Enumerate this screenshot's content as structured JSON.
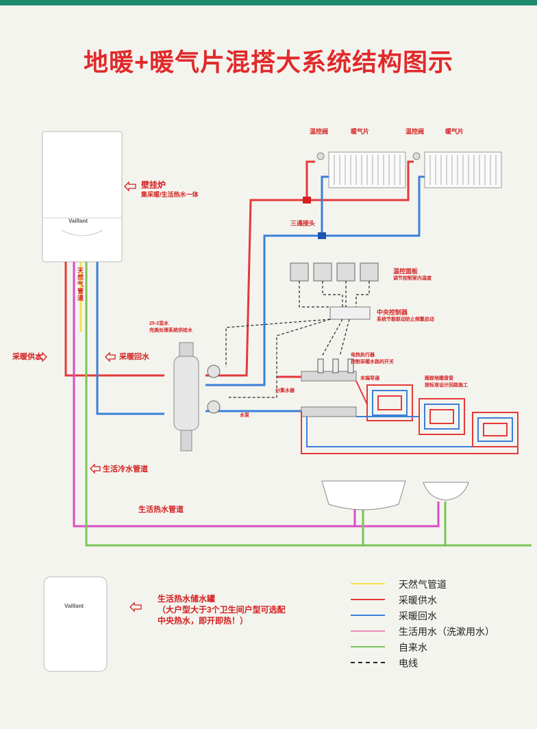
{
  "title": "地暖+暖气片混搭大系统结构图示",
  "labels": {
    "valve1": "温控阀",
    "radiator1": "暖气片",
    "valve2": "温控阀",
    "radiator2": "暖气片",
    "tee": "三通接头",
    "boiler": "壁挂炉",
    "boiler_desc": "集采暖/生活热水一体",
    "gas_pipe": "天然气管道",
    "brand": "Vaillant",
    "thermostat": "温控面板",
    "thermostat_desc": "调节控制室内温度",
    "central_ctrl": "中央控制器",
    "central_ctrl_desc": "系统节能联动防止频繁启动",
    "separator": "25-2混水",
    "separator_desc": "完美处理系统供给水",
    "heat_supply": "采暖供水",
    "heat_return": "采暖回水",
    "actuator": "电热执行器",
    "actuator_desc": "控制采暖水路的开关",
    "end_seal": "末端导通",
    "manifold": "分集水器",
    "floor_heat": "跟踪地暖盘管",
    "floor_heat_desc": "按标准设计回路施工",
    "pump": "水泵",
    "cold_water_pipe": "生活冷水管道",
    "hot_water_pipe": "生活热水管道",
    "tank_title": "生活热水储水罐",
    "tank_desc1": "（大户型大于3个卫生间户型可选配",
    "tank_desc2": "中央热水，即开即热！）"
  },
  "legend": [
    {
      "label": "天然气管道",
      "color": "#f2e24a",
      "dashed": false
    },
    {
      "label": "采暖供水",
      "color": "#e53838",
      "dashed": false
    },
    {
      "label": "采暖回水",
      "color": "#3a7fd8",
      "dashed": false
    },
    {
      "label": "生活用水（洗漱用水）",
      "color": "#e88ab8",
      "dashed": false
    },
    {
      "label": "自来水",
      "color": "#7ac454",
      "dashed": false
    },
    {
      "label": "电线",
      "color": "#222222",
      "dashed": true
    }
  ],
  "colors": {
    "accent_title": "#e02a2a",
    "supply": "#e53838",
    "return": "#3a7fd8",
    "domestic": "#d94cc6",
    "tap": "#7ac454",
    "gas": "#f2e24a"
  }
}
